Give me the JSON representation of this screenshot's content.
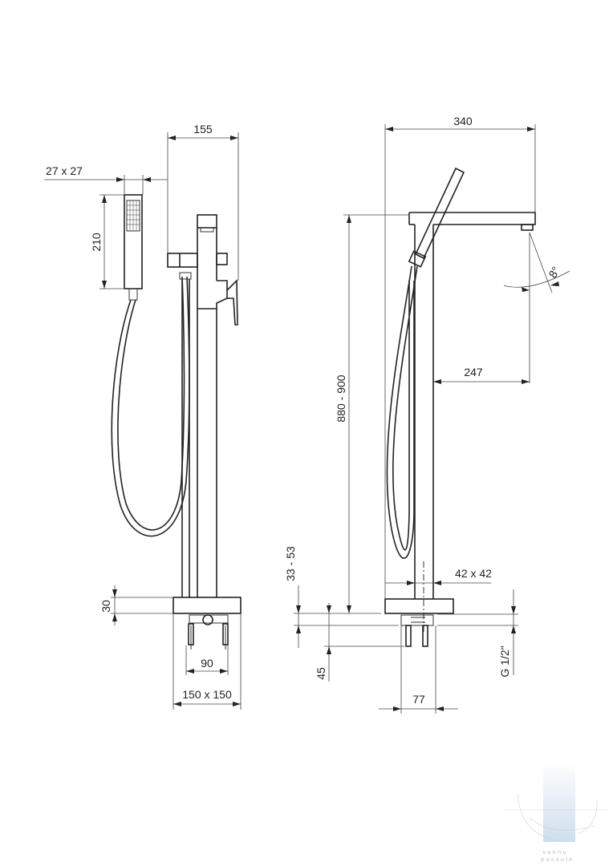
{
  "left_view": {
    "dim_spout_reach": "155",
    "dim_handshower_section": "27 x 27",
    "dim_handshower_length": "210",
    "dim_base_height": "30",
    "dim_fixing_spacing": "90",
    "dim_base_size": "150 x 150"
  },
  "right_view": {
    "dim_total_width": "340",
    "dim_spout_angle": "8°",
    "dim_spout_to_stem": "247",
    "dim_height": "880 - 900",
    "dim_floor_adjust": "33 - 53",
    "dim_stem_section": "42 x 42",
    "dim_connection_depth": "45",
    "dim_thread": "G 1/2\"",
    "dim_connection_width": "77"
  },
  "watermark": {
    "line1": "vannu",
    "line2": "pasaule"
  },
  "colors": {
    "line": "#222222",
    "watermark": "#c9dbec"
  }
}
